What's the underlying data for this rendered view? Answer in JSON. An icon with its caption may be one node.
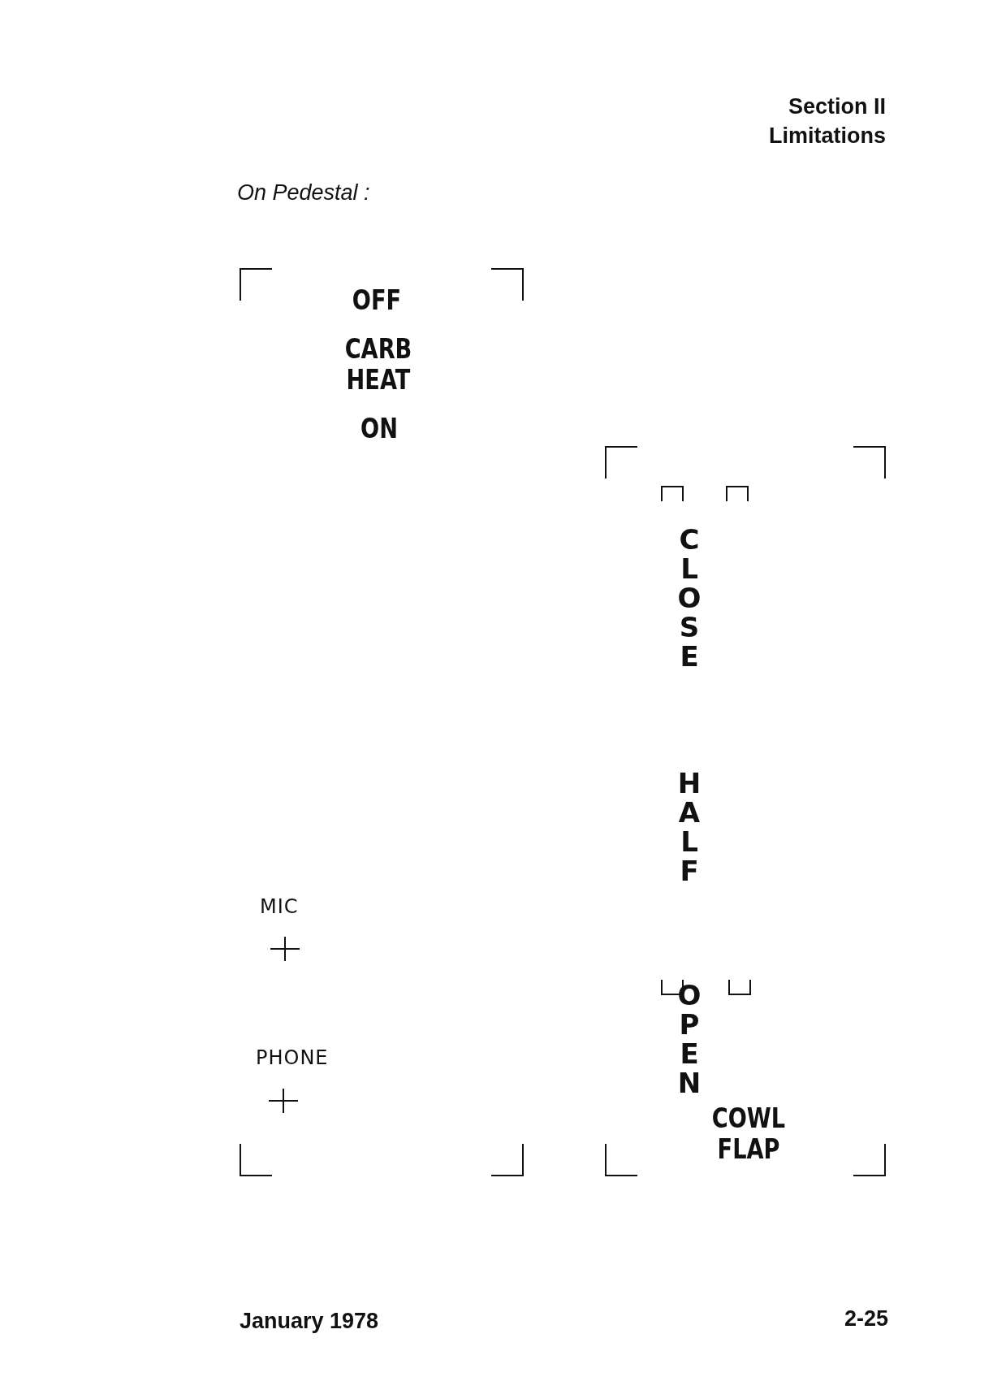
{
  "diagram": {
    "title": "On Pedestal :",
    "nodes": [
      {
        "text": [
          "OFF",
          "CARB HEAT",
          "ON",
          "MIC",
          "PHONE"
        ]
      },
      {
        "text": [
          "CLOSE",
          "HALF",
          "OPEN",
          "COWL FLAP"
        ]
      }
    ],
    "labels": [
      "Section II",
      "Limitations",
      "January 1978",
      "2-25"
    ]
  }
}
